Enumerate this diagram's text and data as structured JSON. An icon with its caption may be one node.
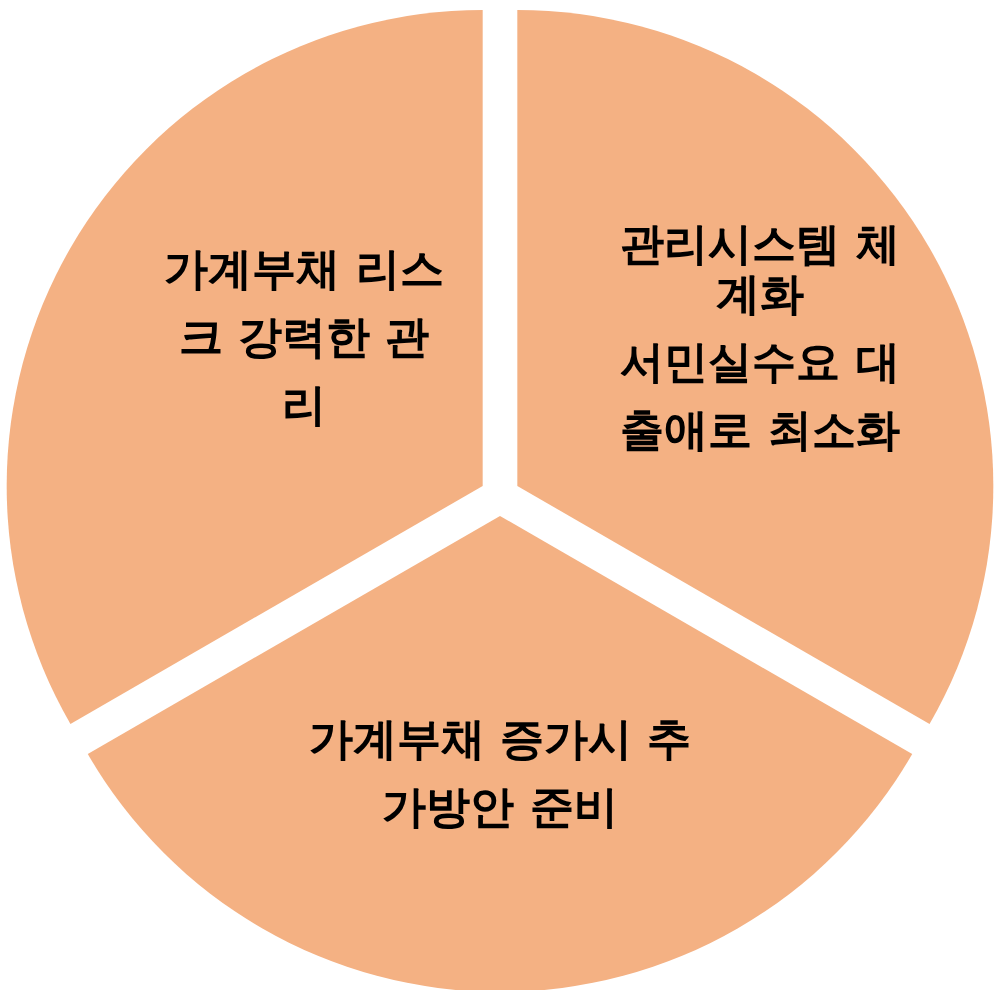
{
  "diagram": {
    "nodes": [
      {
        "text": [
          "관리시스템 체계화",
          "서민실수요 대출애로 최소화"
        ]
      },
      {
        "text": [
          "가계부채 리스크 강력한 관리"
        ]
      },
      {
        "text": [
          "가계부채 증가시 추가방안 준비"
        ]
      }
    ]
  }
}
